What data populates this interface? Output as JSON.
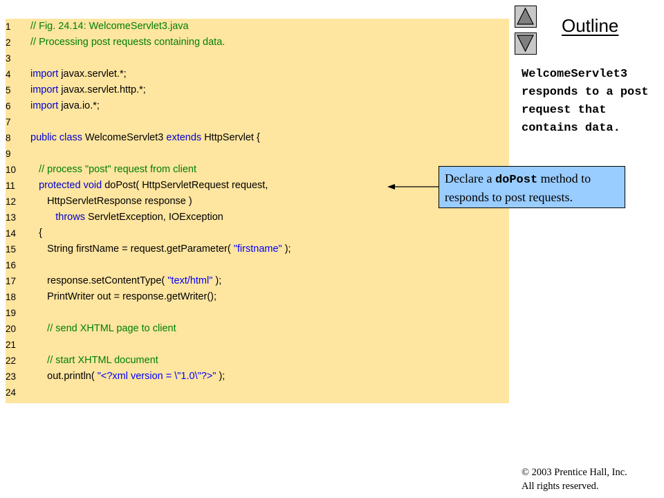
{
  "navigation": {
    "up_icon": "triangle-up-icon",
    "down_icon": "triangle-down-icon"
  },
  "outline": {
    "title": "Outline"
  },
  "code": {
    "lines": [
      {
        "n": "1",
        "tokens": [
          {
            "t": "// Fig. 24.14: WelcomeServlet3.java",
            "c": "comment"
          }
        ]
      },
      {
        "n": "2",
        "tokens": [
          {
            "t": "// Processing post requests containing data.",
            "c": "comment"
          }
        ]
      },
      {
        "n": "3",
        "tokens": []
      },
      {
        "n": "4",
        "tokens": [
          {
            "t": "import",
            "c": "keyword"
          },
          {
            "t": " javax.servlet.*;",
            "c": "normal"
          }
        ]
      },
      {
        "n": "5",
        "tokens": [
          {
            "t": "import",
            "c": "keyword"
          },
          {
            "t": " javax.servlet.http.*;",
            "c": "normal"
          }
        ]
      },
      {
        "n": "6",
        "tokens": [
          {
            "t": "import",
            "c": "keyword"
          },
          {
            "t": " java.io.*;",
            "c": "normal"
          }
        ]
      },
      {
        "n": "7",
        "tokens": []
      },
      {
        "n": "8",
        "tokens": [
          {
            "t": "public class",
            "c": "keyword"
          },
          {
            "t": " WelcomeServlet3 ",
            "c": "normal"
          },
          {
            "t": "extends",
            "c": "keyword"
          },
          {
            "t": " HttpServlet {",
            "c": "normal"
          }
        ]
      },
      {
        "n": "9",
        "tokens": []
      },
      {
        "n": "10",
        "tokens": [
          {
            "t": "   // process \"post\" request from client",
            "c": "comment"
          }
        ]
      },
      {
        "n": "11",
        "tokens": [
          {
            "t": "   protected void",
            "c": "keyword"
          },
          {
            "t": " doPost( HttpServletRequest request,",
            "c": "normal"
          }
        ]
      },
      {
        "n": "12",
        "tokens": [
          {
            "t": "      HttpServletResponse response )",
            "c": "normal"
          }
        ]
      },
      {
        "n": "13",
        "tokens": [
          {
            "t": "         throws",
            "c": "keyword"
          },
          {
            "t": " ServletException, IOException",
            "c": "normal"
          }
        ]
      },
      {
        "n": "14",
        "tokens": [
          {
            "t": "   {",
            "c": "normal"
          }
        ]
      },
      {
        "n": "15",
        "tokens": [
          {
            "t": "      String firstName = request.getParameter( ",
            "c": "normal"
          },
          {
            "t": "\"firstname\"",
            "c": "string"
          },
          {
            "t": " );",
            "c": "normal"
          }
        ]
      },
      {
        "n": "16",
        "tokens": []
      },
      {
        "n": "17",
        "tokens": [
          {
            "t": "      response.setContentType( ",
            "c": "normal"
          },
          {
            "t": "\"text/html\"",
            "c": "string"
          },
          {
            "t": " );",
            "c": "normal"
          }
        ]
      },
      {
        "n": "18",
        "tokens": [
          {
            "t": "      PrintWriter out = response.getWriter();",
            "c": "normal"
          }
        ]
      },
      {
        "n": "19",
        "tokens": []
      },
      {
        "n": "20",
        "tokens": [
          {
            "t": "      // send XHTML page to client",
            "c": "comment"
          }
        ]
      },
      {
        "n": "21",
        "tokens": []
      },
      {
        "n": "22",
        "tokens": [
          {
            "t": "      // start XHTML document",
            "c": "comment"
          }
        ]
      },
      {
        "n": "23",
        "tokens": [
          {
            "t": "      out.println( ",
            "c": "normal"
          },
          {
            "t": "\"<?xml version = \\\"1.0\\\"?>\"",
            "c": "string"
          },
          {
            "t": " );",
            "c": "normal"
          }
        ]
      },
      {
        "n": "24",
        "tokens": []
      }
    ]
  },
  "side_description": "WelcomeServlet3 responds to a post request that contains data.",
  "callout": {
    "prefix": "Declare a ",
    "code": "doPost",
    "suffix": " method to responds to post requests."
  },
  "copyright": {
    "line1": "© 2003 Prentice Hall, Inc.",
    "line2": "All rights reserved."
  },
  "colors": {
    "code_background": "#fee5a0",
    "callout_background": "#99ccff",
    "comment": "#008000",
    "keyword": "#0000cc",
    "string": "#0000ff"
  }
}
